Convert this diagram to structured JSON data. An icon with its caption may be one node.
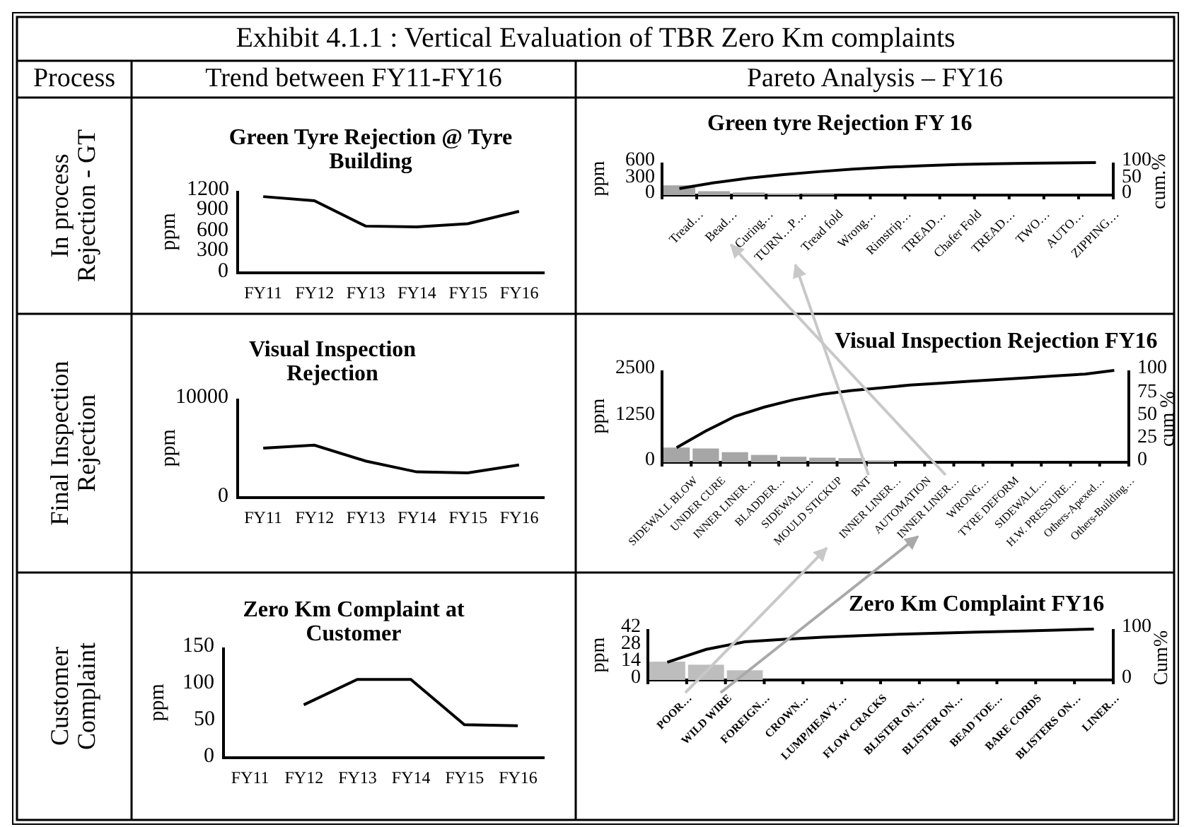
{
  "diagram": {
    "title": "Exhibit 4.1.1 : Vertical Evaluation of TBR Zero Km complaints",
    "nodes": [
      {
        "text": [
          "Bead…"
        ]
      },
      {
        "text": [
          "TURN…P…"
        ]
      },
      {
        "text": [
          "MOULD STICKUP"
        ]
      },
      {
        "text": [
          "BNT"
        ]
      },
      {
        "text": [
          "AUTOMATION"
        ]
      },
      {
        "text": [
          "INNER LINER…"
        ]
      },
      {
        "text": [
          "POOR…"
        ]
      },
      {
        "text": [
          "WILD WIRE"
        ]
      }
    ],
    "edges": [
      {
        "from": 6,
        "to": 2,
        "arrow": "to"
      },
      {
        "from": 7,
        "to": 4,
        "arrow": "to",
        "color": "#a9a9a9"
      },
      {
        "from": 3,
        "to": 1,
        "arrow": "to"
      },
      {
        "from": 5,
        "to": 0,
        "arrow": "to"
      }
    ],
    "labels": [
      "Process",
      "Trend between FY11-FY16",
      "Pareto Analysis – FY16",
      "In process Rejection - GT",
      "Final Inspection Rejection",
      "Customer Complaint",
      "Green Tyre Rejection @ Tyre Building",
      "ppm",
      "1200",
      "900",
      "600",
      "300",
      "0",
      "FY11",
      "FY12",
      "FY13",
      "FY14",
      "FY15",
      "FY16",
      "Visual Inspection Rejection",
      "ppm",
      "10000",
      "0",
      "FY11",
      "FY12",
      "FY13",
      "FY14",
      "FY15",
      "FY16",
      "Zero Km Complaint at Customer",
      "ppm",
      "150",
      "100",
      "50",
      "0",
      "FY11",
      "FY12",
      "FY13",
      "FY14",
      "FY15",
      "FY16",
      "Green tyre Rejection FY 16",
      "ppm",
      "600",
      "300",
      "0",
      "100",
      "50",
      "0",
      "cum.%",
      "Tread…",
      "Curing…",
      "Tread  fold",
      "Wrong…",
      "Rimstrip…",
      "TREAD…",
      "Chafer Fold",
      "TREAD…",
      "TWO…",
      "AUTO…",
      "ZIPPING…",
      "Visual Inspection Rejection FY16",
      "ppm",
      "2500",
      "1250",
      "0",
      "100",
      "75",
      "50",
      "25",
      "0",
      "cum %",
      "SIDEWALL BLOW",
      "UNDER CURE",
      "INNER LINER…",
      "BLADDER…",
      "SIDEWALL…",
      "INNER LINER…",
      "WRONG…",
      "TYRE DEFORM",
      "SIDEWALL…",
      "H.W. PRESSURE…",
      "Others-Apexed…",
      "Others-Building…",
      "Zero Km Complaint FY16",
      "ppm",
      "42",
      "28",
      "14",
      "0",
      "100",
      "0",
      "Cum%",
      "FOREIGN…",
      "CROWN…",
      "LUMP/HEAVY…",
      "FLOW CRACKS",
      "BLISTER ON…",
      "BLISTER ON…",
      "BEAD TOE…",
      "BARE CORDS",
      "BLISTERS ON…",
      "LINER…"
    ]
  }
}
